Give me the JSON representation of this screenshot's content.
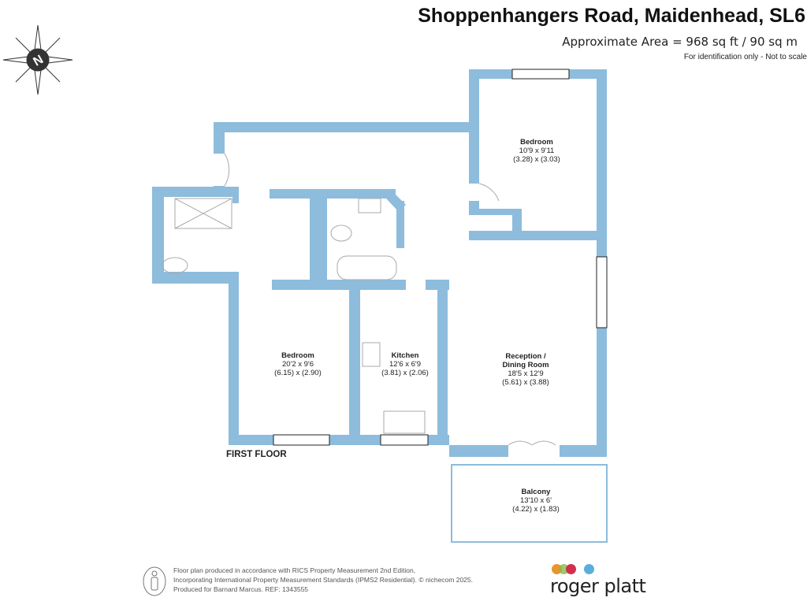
{
  "header": {
    "title": "Shoppenhangers Road, Maidenhead, SL6",
    "area": "Approximate Area = 968 sq ft / 90 sq m",
    "note": "For identification only - Not to scale"
  },
  "compass": {
    "label": "N"
  },
  "rooms": [
    {
      "name": "Bedroom",
      "imperial": "10'9 x 9'11",
      "metric": "(3.28) x (3.03)"
    },
    {
      "name": "Bedroom",
      "imperial": "20'2 x 9'6",
      "metric": "(6.15) x (2.90)"
    },
    {
      "name": "Kitchen",
      "imperial": "12'6 x 6'9",
      "metric": "(3.81) x (2.06)"
    },
    {
      "name": "Reception /",
      "name2": "Dining Room",
      "imperial": "18'5 x 12'9",
      "metric": "(5.61) x (3.88)"
    },
    {
      "name": "Balcony",
      "imperial": "13'10 x 6'",
      "metric": "(4.22) x (1.83)"
    }
  ],
  "floor_label": "FIRST FLOOR",
  "footer": {
    "line1": "Floor plan produced in accordance with RICS Property Measurement 2nd Edition,",
    "line2": "Incorporating International Property Measurement Standards (IPMS2 Residential).   © nichecom 2025.",
    "line3": "Produced for Barnard Marcus.   REF: 1343555"
  },
  "logo": {
    "text": "roger platt",
    "dots": [
      "#e8962c",
      "#d0304e",
      "#5aaedc"
    ]
  },
  "colors": {
    "wall": "#8dbcdc"
  }
}
